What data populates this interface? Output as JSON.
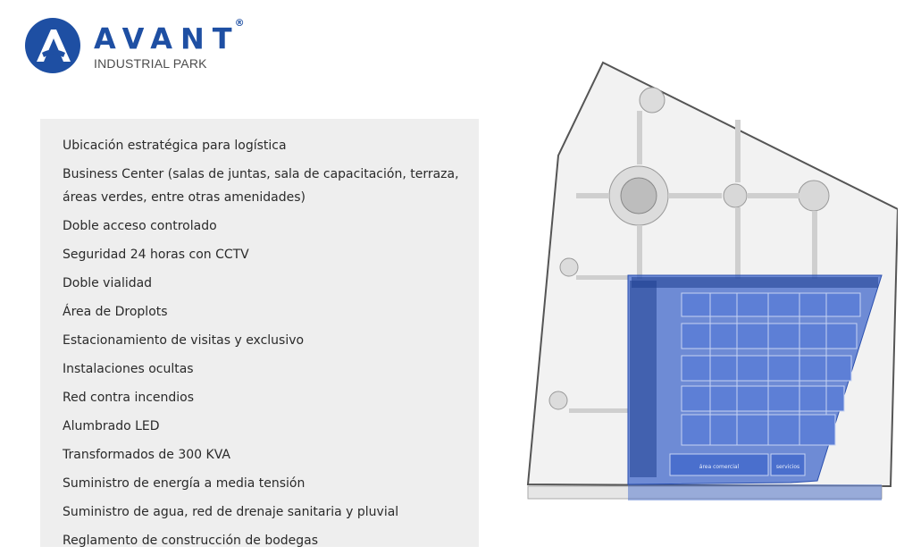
{
  "brand": {
    "name": "AVANT",
    "registered": "®",
    "subtitle": "INDUSTRIAL PARK",
    "color": "#1e4fa3"
  },
  "features": [
    "Ubicación estratégica para logística",
    "Business Center (salas de juntas, sala de capacitación, terraza, áreas verdes, entre otras amenidades)",
    "Doble acceso controlado",
    "Seguridad 24 horas con CCTV",
    "Doble vialidad",
    "Área de Droplots",
    "Estacionamiento de visitas y exclusivo",
    "Instalaciones ocultas",
    "Red contra incendios",
    "Alumbrado LED",
    "Transformados de 300 KVA",
    "Suministro de energía a media tensión",
    "Suministro de agua, red de drenaje sanitaria y pluvial",
    "Reglamento de construcción de bodegas"
  ],
  "site_plan": {
    "labels": {
      "commercial": "área comercial",
      "services": "servicios"
    },
    "highlight_color": "#3a63c9"
  }
}
